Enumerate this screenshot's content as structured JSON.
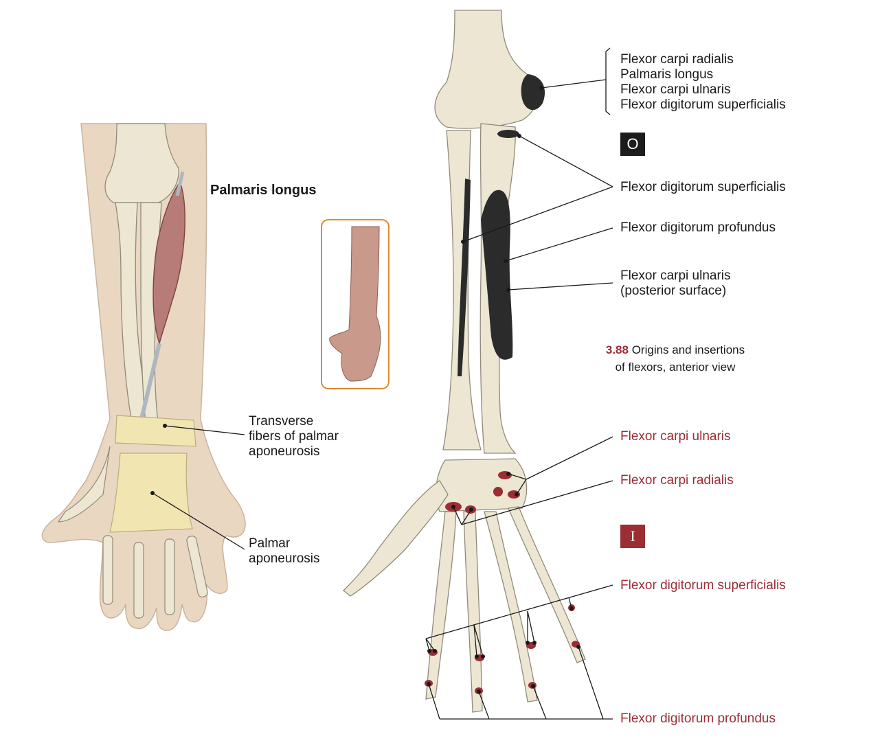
{
  "title": "Palmaris longus",
  "caption": {
    "number": "3.88",
    "line1": "Origins and insertions",
    "line2": "of flexors, anterior view"
  },
  "left_labels": {
    "transverse": [
      "Transverse",
      "fibers of palmar",
      "aponeurosis"
    ],
    "palmar": [
      "Palmar",
      "aponeurosis"
    ]
  },
  "origins": {
    "badge": "O",
    "group": [
      "Flexor carpi radialis",
      "Palmaris longus",
      "Flexor carpi ulnaris",
      "Flexor digitorum superficialis"
    ],
    "fds": "Flexor digitorum superficialis",
    "fdp": "Flexor digitorum profundus",
    "fcu_post": [
      "Flexor carpi ulnaris",
      "(posterior surface)"
    ]
  },
  "insertions": {
    "badge": "I",
    "fcu": "Flexor carpi ulnaris",
    "fcr": "Flexor carpi radialis",
    "fds": "Flexor digitorum superficialis",
    "fdp": "Flexor digitorum profundus"
  },
  "colors": {
    "origin": "#2b2b2b",
    "insertion": "#9b2d35",
    "bone": "#ece6d2",
    "skin": "#ead7c2",
    "muscle": "#b87c78",
    "aponeurosis": "#f1e6b2",
    "inset_border": "#e08a2c"
  }
}
